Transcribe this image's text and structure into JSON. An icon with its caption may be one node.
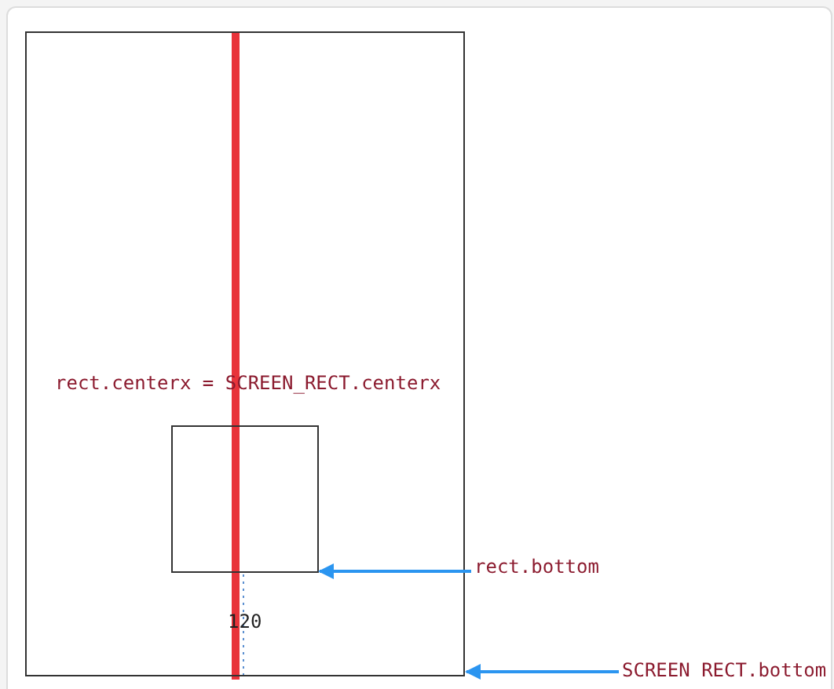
{
  "diagram": {
    "nodes": [
      {
        "text": [],
        "shape": "box"
      },
      {
        "text": [],
        "shape": "box",
        "in": 0
      },
      {
        "text": [
          "rect.bottom"
        ]
      },
      {
        "text": [
          "SCREEN RECT.bottom"
        ]
      }
    ],
    "edges": [
      {
        "from": 2,
        "to": 1,
        "arrow": "to",
        "color": "#2b95f0"
      },
      {
        "from": 3,
        "to": 0,
        "arrow": "to",
        "color": "#2b95f0"
      }
    ],
    "labels": [
      "rect.centerx = SCREEN_RECT.centerx",
      "120"
    ]
  }
}
